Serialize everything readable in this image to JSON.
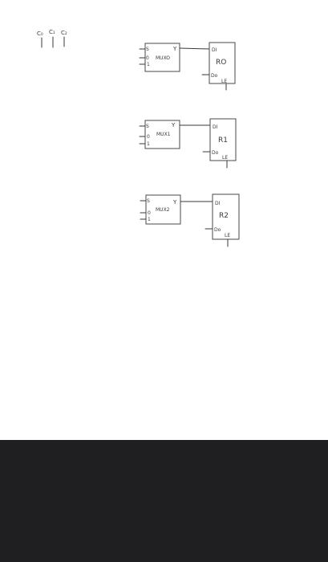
{
  "control_bits": [
    "C₀",
    "C₁",
    "C₂"
  ],
  "rows": [
    {
      "mux": {
        "name": "MUXO",
        "select": "S",
        "out": "Y",
        "in0": "0",
        "in1": "1"
      },
      "reg": {
        "name": "RO",
        "din": "DI",
        "dout": "Do",
        "enable": "LE"
      }
    },
    {
      "mux": {
        "name": "MUX1",
        "select": "S",
        "out": "Y",
        "in0": "0",
        "in1": "1"
      },
      "reg": {
        "name": "R1",
        "din": "DI",
        "dout": "Do",
        "enable": "LE"
      }
    },
    {
      "mux": {
        "name": "MUX2",
        "select": "S",
        "out": "Y",
        "in0": "0",
        "in1": "1"
      },
      "reg": {
        "name": "R2",
        "din": "DI",
        "dout": "Do",
        "enable": "LE"
      }
    }
  ],
  "colors": {
    "ink": "#3a3a3a",
    "background": "#ffffff",
    "dark_band": "#1f1f21"
  }
}
